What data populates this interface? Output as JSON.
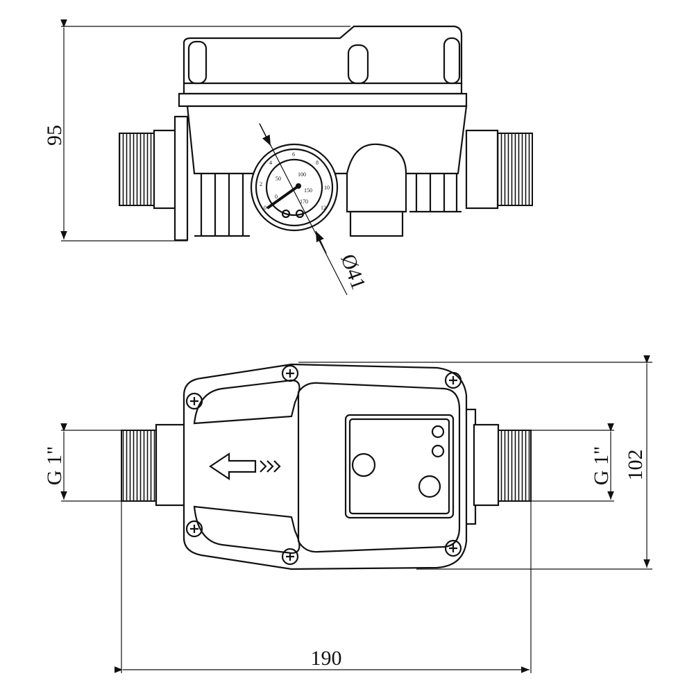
{
  "dimensions": {
    "height_side": "95",
    "gauge_diameter": "Ø41",
    "thread_left": "G 1\"",
    "thread_right": "G 1\"",
    "width_top": "102",
    "length": "190"
  },
  "gauge": {
    "outer_scale": [
      "0",
      "2",
      "4",
      "6",
      "8",
      "10",
      "12"
    ],
    "inner_scale": [
      "0",
      "50",
      "100",
      "150",
      "170"
    ]
  }
}
